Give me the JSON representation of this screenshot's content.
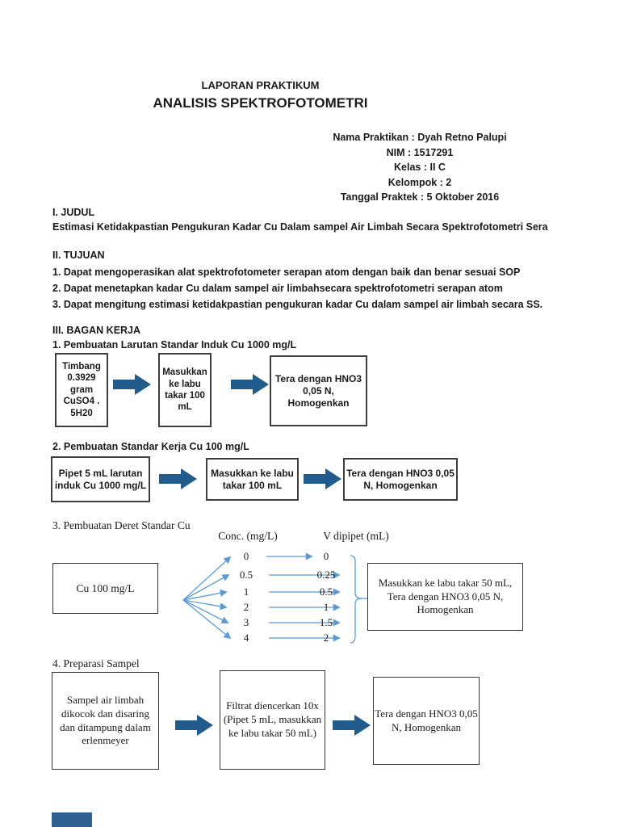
{
  "header": {
    "title_line1": "LAPORAN PRAKTIKUM",
    "title_line2": "ANALISIS SPEKTROFOTOMETRI"
  },
  "info": {
    "lines": [
      "Nama Praktikan :  Dyah Retno Palupi",
      "NIM : 1517291",
      "Kelas : II C",
      "Kelompok : 2",
      "Tanggal Praktek : 5 Oktober 2016"
    ]
  },
  "judul": {
    "heading": "I. JUDUL",
    "body": "Estimasi Ketidakpastian Pengukuran Kadar Cu Dalam sampel Air Limbah Secara Spektrofotometri Sera"
  },
  "tujuan": {
    "heading": "II. TUJUAN",
    "items": [
      "1. Dapat mengoperasikan alat spektrofotometer serapan atom dengan baik dan benar sesuai SOP",
      "2. Dapat menetapkan kadar Cu dalam sampel air limbahsecara spektrofotometri serapan atom",
      "3. Dapat mengitung estimasi ketidakpastian pengukuran kadar Cu dalam sampel air limbah secara SS."
    ]
  },
  "bagan": {
    "heading": "III. BAGAN KERJA",
    "flow1": {
      "label": "1. Pembuatan Larutan Standar Induk Cu 1000 mg/L",
      "boxes": [
        "Timbang 0.3929 gram CuSO4 . 5H20",
        "Masukkan ke labu takar 100 mL",
        "Tera dengan HNO3 0,05 N, Homogenkan"
      ]
    },
    "flow2": {
      "label": "2. Pembuatan Standar Kerja Cu 100 mg/L",
      "boxes": [
        "Pipet 5 mL larutan induk Cu 1000 mg/L",
        "Masukkan ke labu takar 100 mL",
        "Tera dengan HNO3 0,05 N, Homogenkan"
      ]
    },
    "flow3": {
      "label": "3. Pembuatan Deret Standar Cu",
      "source_box": "Cu 100 mg/L",
      "col1_header": "Conc. (mg/L)",
      "col2_header": "V dipipet (mL)",
      "rows": [
        {
          "conc": "0",
          "v": "0"
        },
        {
          "conc": "0.5",
          "v": "0.25"
        },
        {
          "conc": "1",
          "v": "0.5"
        },
        {
          "conc": "2",
          "v": "1"
        },
        {
          "conc": "3",
          "v": "1.5"
        },
        {
          "conc": "4",
          "v": "2"
        }
      ],
      "result_box": "Masukkan ke labu takar 50 mL, Tera dengan HNO3 0,05 N, Homogenkan"
    },
    "flow4": {
      "label": "4. Preparasi Sampel",
      "boxes": [
        "Sampel air limbah dikocok dan disaring dan ditampung dalam erlenmeyer",
        "Filtrat diencerkan 10x (Pipet 5 mL, masukkan ke labu takar 50 mL)",
        "Tera dengan HNO3 0,05 N, Homogenkan"
      ]
    }
  },
  "colors": {
    "block_arrow": "#215c8c",
    "fan_arrow": "#5b9bd5",
    "box_border": "#3d3d3d",
    "page_fragment": "#2e5f8e"
  }
}
